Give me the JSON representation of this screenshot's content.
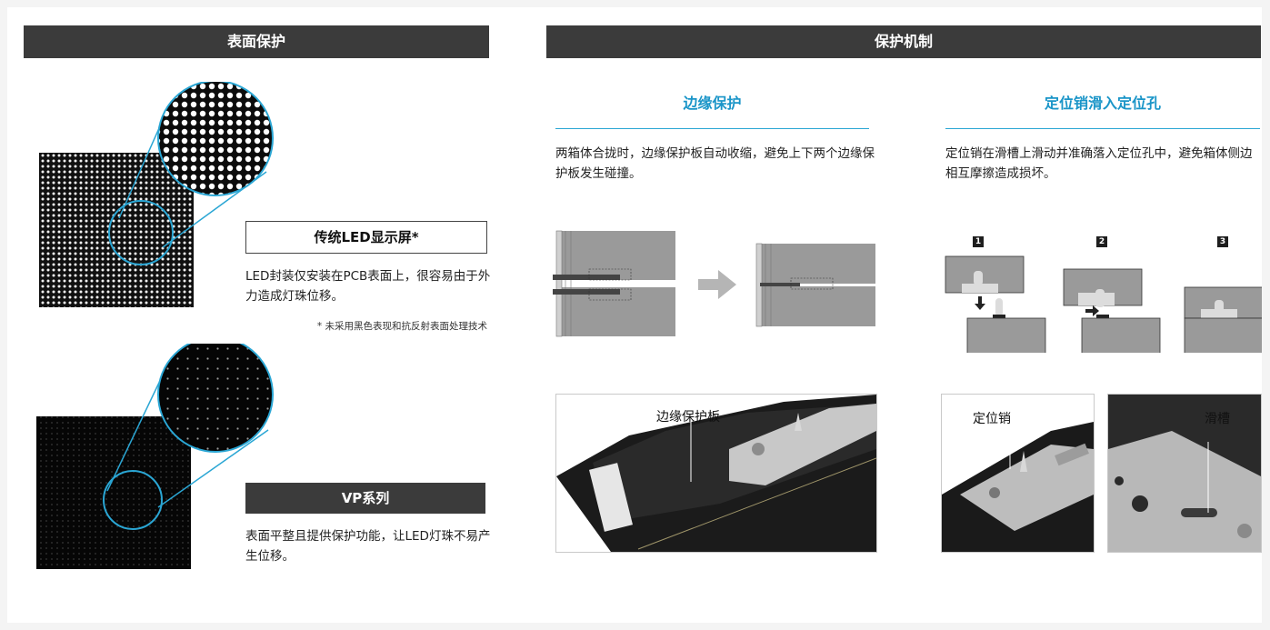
{
  "left": {
    "header": "表面保护",
    "traditional": {
      "label": "传统LED显示屏*",
      "description": "LED封装仅安装在PCB表面上，很容易由于外力造成灯珠位移。",
      "footnote": "* 未采用黑色表现和抗反射表面处理技术"
    },
    "vp": {
      "label": "VP系列",
      "description": "表面平整且提供保护功能，让LED灯珠不易产生位移。"
    }
  },
  "right": {
    "header": "保护机制",
    "edge": {
      "title": "边缘保护",
      "description": "两箱体合拢时，边缘保护板自动收缩，避免上下两个边缘保护板发生碰撞。",
      "photo_caption": "边缘保护板"
    },
    "pin": {
      "title": "定位销滑入定位孔",
      "description": "定位销在滑槽上滑动并准确落入定位孔中，避免箱体侧边相互摩擦造成损坏。",
      "steps": [
        "1",
        "2",
        "3"
      ],
      "photo_caption_pin": "定位销",
      "photo_caption_slot": "滑槽"
    }
  },
  "colors": {
    "header_bg": "#3b3b3b",
    "accent_blue": "#1a95c8",
    "ring_blue": "#2aa6d4"
  }
}
